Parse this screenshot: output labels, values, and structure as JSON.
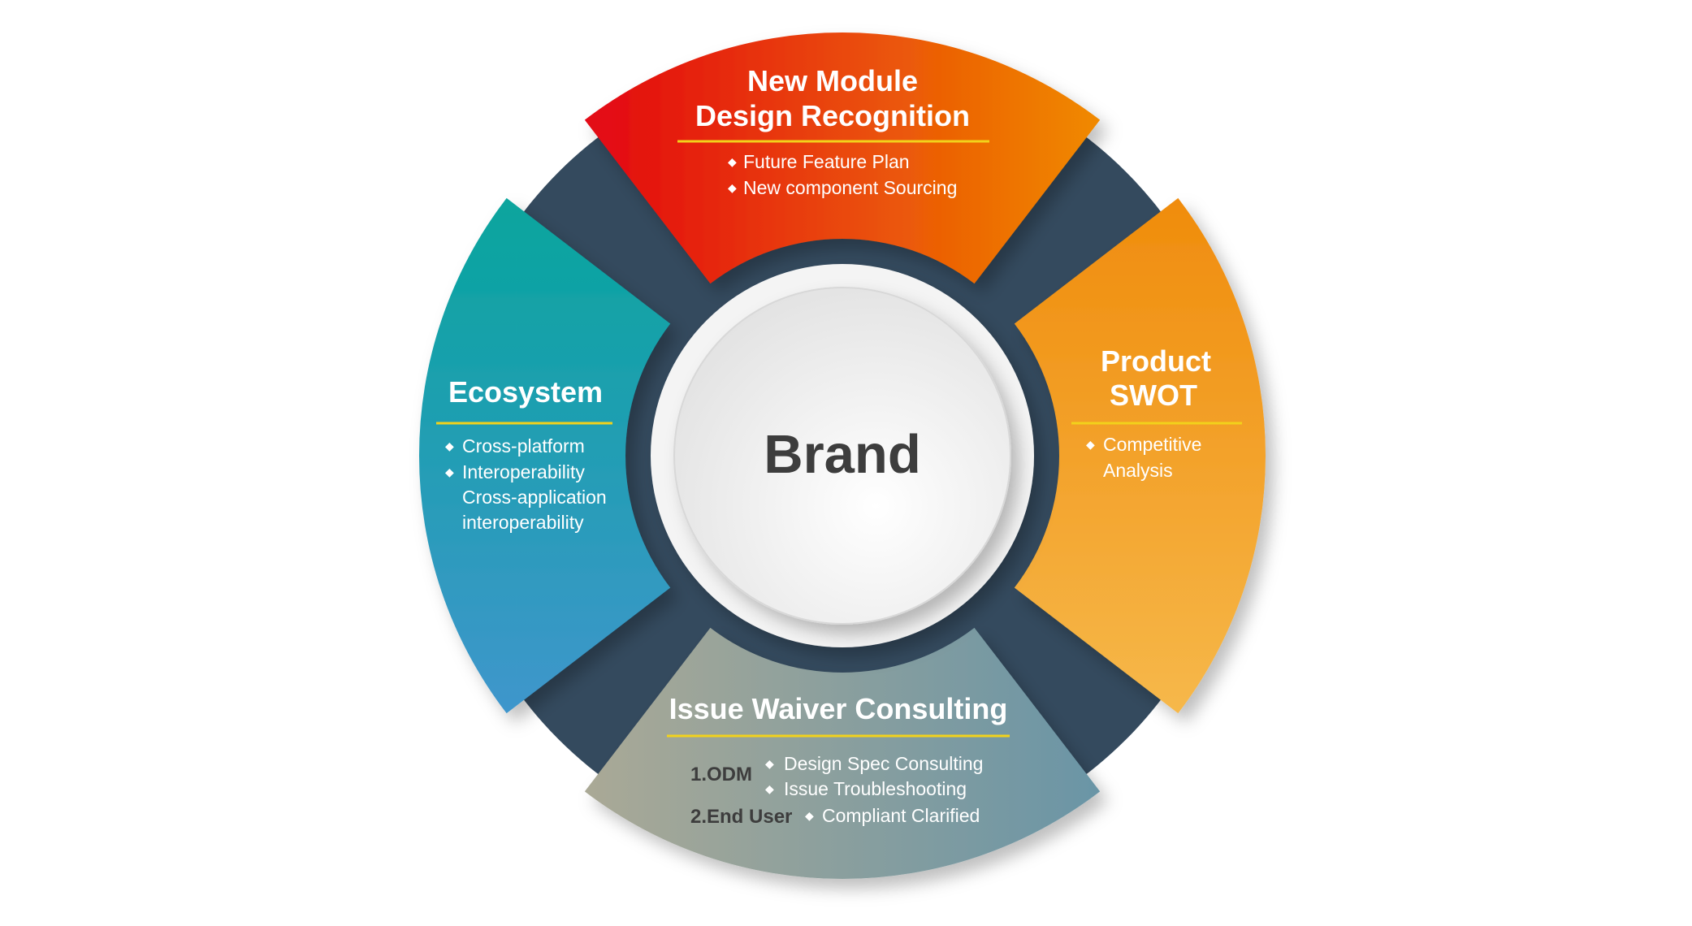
{
  "center": {
    "label": "Brand"
  },
  "segments": {
    "top": {
      "title_line1": "New  Module",
      "title_line2": "Design Recognition",
      "items": [
        "Future Feature Plan",
        "New component Sourcing"
      ]
    },
    "right": {
      "title_line1": "Product",
      "title_line2": "SWOT",
      "items": [
        "Competitive",
        "Analysis"
      ]
    },
    "left": {
      "title": "Ecosystem",
      "items": [
        "Cross-platform",
        "Interoperability",
        "Cross-application",
        "interoperability"
      ]
    },
    "bottom": {
      "title": "Issue Waiver Consulting",
      "group1_label": "1.ODM",
      "group1_items": [
        "Design Spec Consulting",
        "Issue Troubleshooting"
      ],
      "group2_label": "2.End User",
      "group2_items": [
        "Compliant Clarified"
      ]
    }
  },
  "colors": {
    "navy": "#344a5e",
    "divider": "#f2d21b",
    "top": [
      "#e30613",
      "#f08a00"
    ],
    "right": [
      "#f08c0c",
      "#f6b84a"
    ],
    "left": [
      "#07a59d",
      "#3f96cc"
    ],
    "bottom": [
      "#aaa996",
      "#6a95a6"
    ]
  }
}
